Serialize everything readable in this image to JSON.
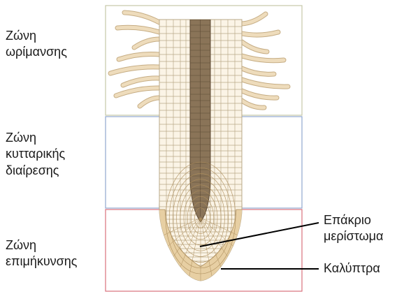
{
  "labels": {
    "maturation_zone": [
      "Ζώνη",
      "ωρίμανσης"
    ],
    "division_zone": [
      "Ζώνη",
      "κυτταρικής",
      "διαίρεσης"
    ],
    "elongation_zone": [
      "Ζώνη",
      "επιμήκυνσης"
    ],
    "apical_meristem": [
      "Επάκριο",
      "μερίστωμα"
    ],
    "root_cap": "Καλύπτρα"
  },
  "colors": {
    "maturation_box": "#c6c7a8",
    "division_box": "#8fa7cf",
    "elongation_box": "#d9707c",
    "cortex_fill": "#fbf4e6",
    "cell_line": "#b9a888",
    "vascular_fill": "#8a7458",
    "vascular_line": "#5d4a34",
    "root_hair": "#eedcbc",
    "root_hair_edge": "#c6ad84",
    "cap_fill": "#e7cfa3",
    "cap_line": "#ad8e5c",
    "pointer": "#000000"
  }
}
